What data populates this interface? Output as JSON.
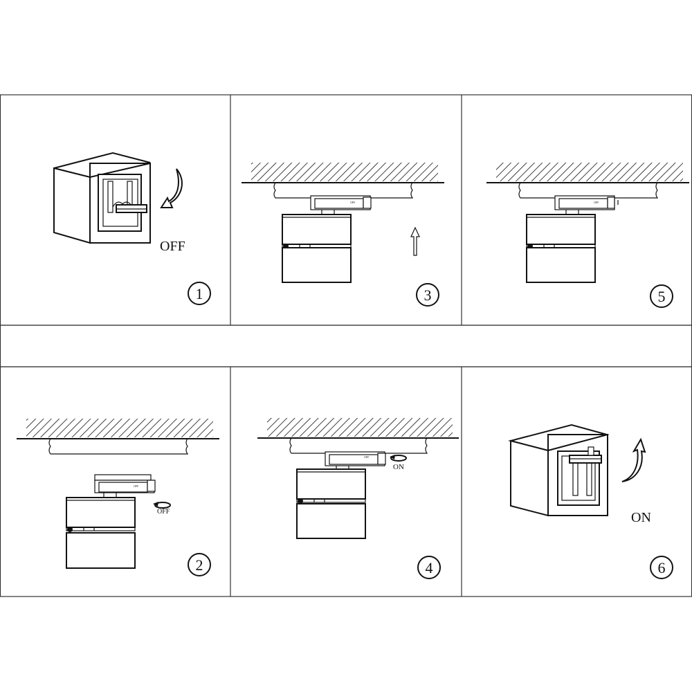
{
  "colors": {
    "line": "#111111",
    "background": "#ffffff"
  },
  "panels": [
    {
      "step": "1",
      "label": "OFF",
      "scene": "switch-off"
    },
    {
      "step": "3",
      "label": "",
      "scene": "push-up"
    },
    {
      "step": "5",
      "label": "",
      "scene": "installed"
    },
    {
      "step": "2",
      "label": "OFF",
      "scene": "rotate-off"
    },
    {
      "step": "4",
      "label": "ON",
      "scene": "rotate-on"
    },
    {
      "step": "6",
      "label": "ON",
      "scene": "switch-on"
    }
  ]
}
